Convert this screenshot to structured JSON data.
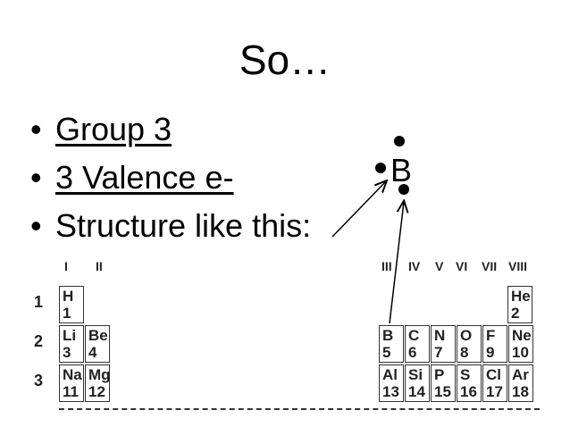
{
  "slide": {
    "title": "So…",
    "bullets": [
      {
        "text": "Group 3",
        "underlined": true
      },
      {
        "text": "3 Valence e-",
        "underlined": true
      },
      {
        "text": "Structure like this:",
        "underlined": false
      }
    ],
    "lewis_symbol": "B",
    "bullet_glyph": "•"
  },
  "periodic_table": {
    "group_labels": [
      "I",
      "II",
      "III",
      "IV",
      "V",
      "VI",
      "VII",
      "VIII"
    ],
    "period_labels": [
      "1",
      "2",
      "3"
    ],
    "elements": [
      {
        "symbol": "H",
        "number": "1"
      },
      {
        "symbol": "He",
        "number": "2"
      },
      {
        "symbol": "Li",
        "number": "3"
      },
      {
        "symbol": "Be",
        "number": "4"
      },
      {
        "symbol": "B",
        "number": "5"
      },
      {
        "symbol": "C",
        "number": "6"
      },
      {
        "symbol": "N",
        "number": "7"
      },
      {
        "symbol": "O",
        "number": "8"
      },
      {
        "symbol": "F",
        "number": "9"
      },
      {
        "symbol": "Ne",
        "number": "10"
      },
      {
        "symbol": "Na",
        "number": "11"
      },
      {
        "symbol": "Mg",
        "number": "12"
      },
      {
        "symbol": "Al",
        "number": "13"
      },
      {
        "symbol": "Si",
        "number": "14"
      },
      {
        "symbol": "P",
        "number": "15"
      },
      {
        "symbol": "S",
        "number": "16"
      },
      {
        "symbol": "Cl",
        "number": "17"
      },
      {
        "symbol": "Ar",
        "number": "18"
      }
    ]
  }
}
